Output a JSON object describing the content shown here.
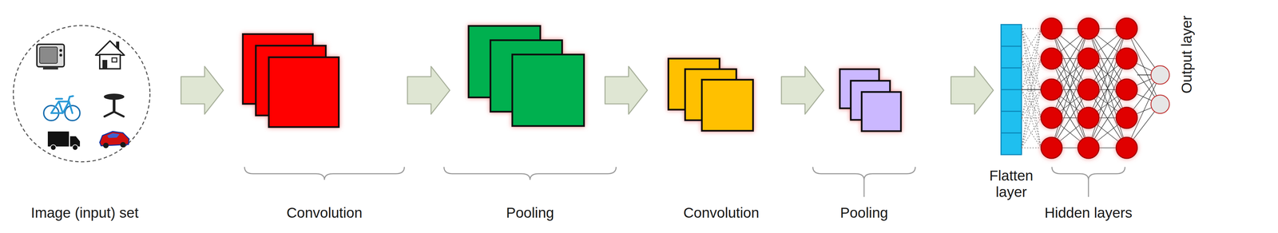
{
  "diagram": {
    "nodes": [
      {
        "text": [
          "Image (input) set"
        ]
      },
      {
        "text": [
          "Convolution"
        ]
      },
      {
        "text": [
          "Pooling"
        ]
      },
      {
        "text": [
          "Convolution"
        ]
      },
      {
        "text": [
          "Pooling"
        ]
      },
      {
        "text": [
          "Flatten layer"
        ]
      },
      {
        "text": [
          "Hidden layers"
        ]
      },
      {
        "text": [
          "Output layer"
        ]
      }
    ],
    "edges": [
      {
        "from": 0,
        "to": 1,
        "arrow": "to"
      },
      {
        "from": 1,
        "to": 2,
        "arrow": "to"
      },
      {
        "from": 2,
        "to": 3,
        "arrow": "to"
      },
      {
        "from": 3,
        "to": 4,
        "arrow": "to"
      },
      {
        "from": 4,
        "to": 5,
        "arrow": "to"
      },
      {
        "from": 5,
        "to": 6,
        "arrow": "none"
      },
      {
        "from": 6,
        "to": 7,
        "arrow": "none"
      }
    ]
  }
}
